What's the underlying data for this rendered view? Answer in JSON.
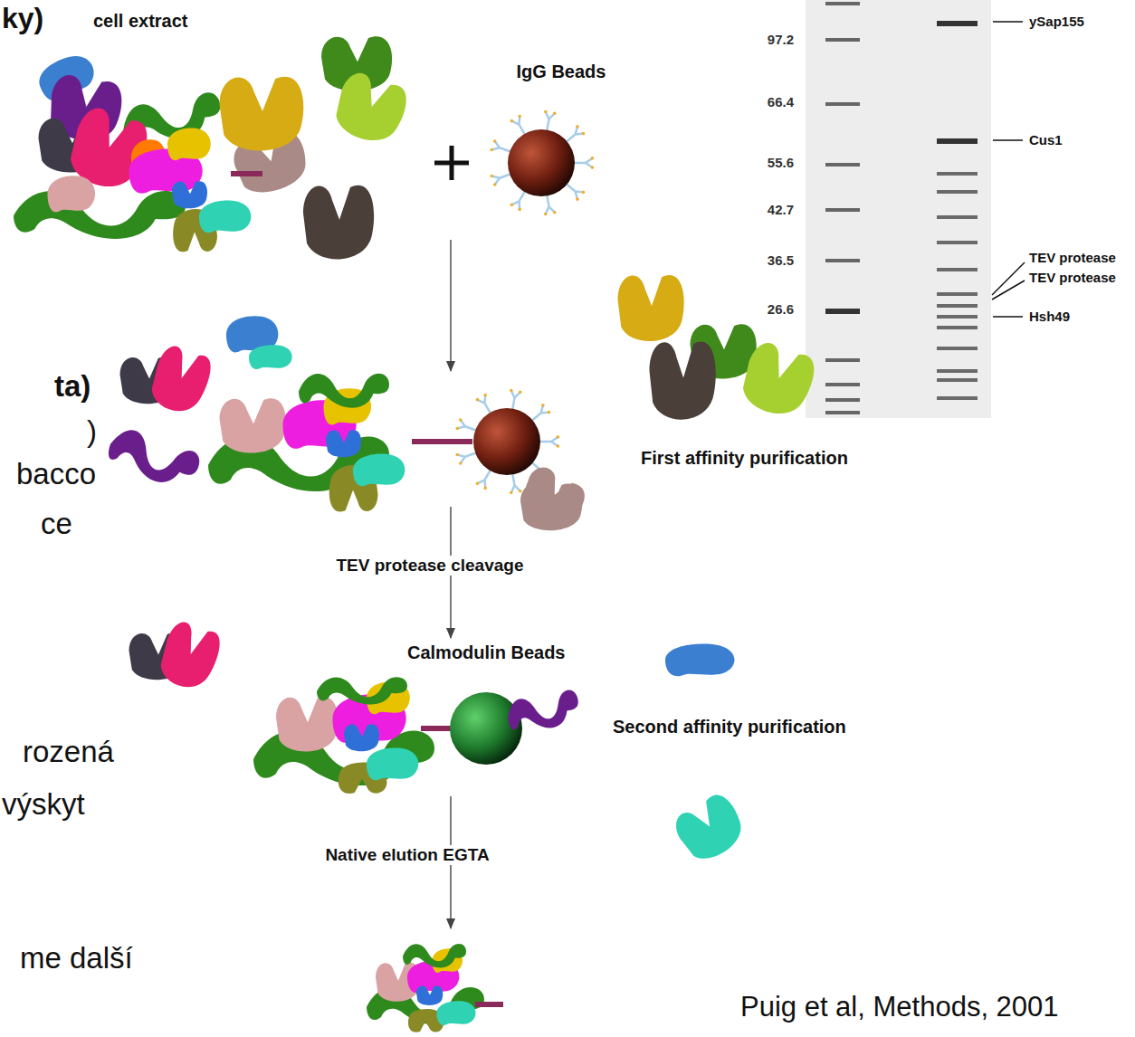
{
  "diagram": {
    "caption": "Puig et al, Methods, 2001",
    "nodes": [
      {
        "text": [
          "cell extract"
        ]
      },
      {
        "text": [
          "IgG Beads"
        ]
      },
      {
        "text": [
          "First affinity purification"
        ]
      },
      {
        "text": [
          "Calmodulin Beads",
          "Second affinity purification"
        ]
      }
    ],
    "edges": [
      {
        "from": 0,
        "to": 2,
        "arrow": "to"
      },
      {
        "from": 2,
        "to": 3,
        "arrow": "to",
        "label": "TEV protease cleavage"
      }
    ],
    "labels": [
      "ky)",
      "ta)",
      ")",
      "bacco",
      "ce",
      "rozená",
      "výskyt",
      "me další",
      "97.2",
      "66.4",
      "55.6",
      "42.7",
      "36.5",
      "26.6",
      "ySap155",
      "Cus1",
      "TEV protease",
      "TEV protease",
      "Hsh49",
      "Native elution EGTA"
    ]
  }
}
